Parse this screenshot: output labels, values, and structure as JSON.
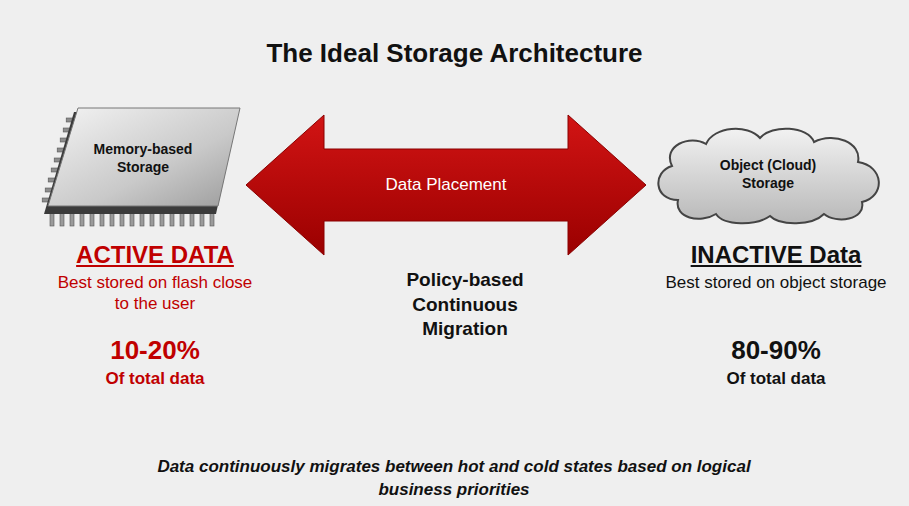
{
  "diagram": {
    "title": "The Ideal Storage Architecture",
    "caption": "Data continuously migrates between hot and cold states based on logical business priorities",
    "nodes": [
      {
        "text": [
          "Memory-based Storage"
        ]
      },
      {
        "text": [
          "Object (Cloud) Storage"
        ]
      }
    ],
    "edges": [
      {
        "from": 0,
        "to": 1,
        "arrow": "both",
        "label": "Data Placement"
      }
    ],
    "labels": [
      "ACTIVE DATA",
      "Best stored on flash close to the user",
      "10-20%",
      "Of total data",
      "Policy-based Continuous Migration",
      "INACTIVE Data",
      "Best stored on object storage",
      "80-90%",
      "Of total data"
    ]
  }
}
